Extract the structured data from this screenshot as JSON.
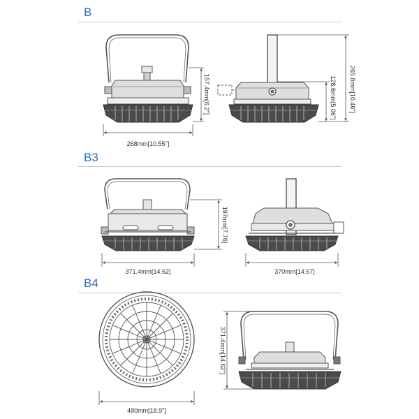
{
  "sections": [
    {
      "title": "B",
      "dimensions": {
        "width": "268mm[10.55\"]",
        "body_height": "157.4mm[6.2\"]",
        "pivot_height": "128.6mm[5.06\"]",
        "total_height": "265.8mm[10.46\"]"
      }
    },
    {
      "title": "B3",
      "dimensions": {
        "front_width": "371.4mm[14.62]",
        "height": "197mm[7.76]",
        "side_width": "370mm[14.57]"
      }
    },
    {
      "title": "B4",
      "dimensions": {
        "diameter": "480mm[18.9\"]",
        "height": "371.4mm[14.62\"]"
      }
    }
  ]
}
